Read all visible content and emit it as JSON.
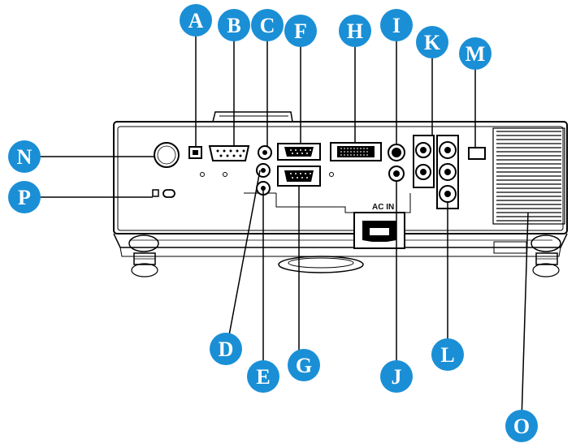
{
  "diagram": {
    "panel_label": "AC  IN",
    "colors": {
      "callout": "#1a8fd6",
      "callout_text": "#ffffff",
      "line": "#000000",
      "body": "#ffffff"
    },
    "callouts": [
      {
        "id": "A",
        "label": "A"
      },
      {
        "id": "B",
        "label": "B"
      },
      {
        "id": "C",
        "label": "C"
      },
      {
        "id": "F",
        "label": "F"
      },
      {
        "id": "H",
        "label": "H"
      },
      {
        "id": "I",
        "label": "I"
      },
      {
        "id": "K",
        "label": "K"
      },
      {
        "id": "M",
        "label": "M"
      },
      {
        "id": "N",
        "label": "N"
      },
      {
        "id": "P",
        "label": "P"
      },
      {
        "id": "D",
        "label": "D"
      },
      {
        "id": "E",
        "label": "E"
      },
      {
        "id": "G",
        "label": "G"
      },
      {
        "id": "J",
        "label": "J"
      },
      {
        "id": "L",
        "label": "L"
      },
      {
        "id": "O",
        "label": "O"
      }
    ]
  }
}
